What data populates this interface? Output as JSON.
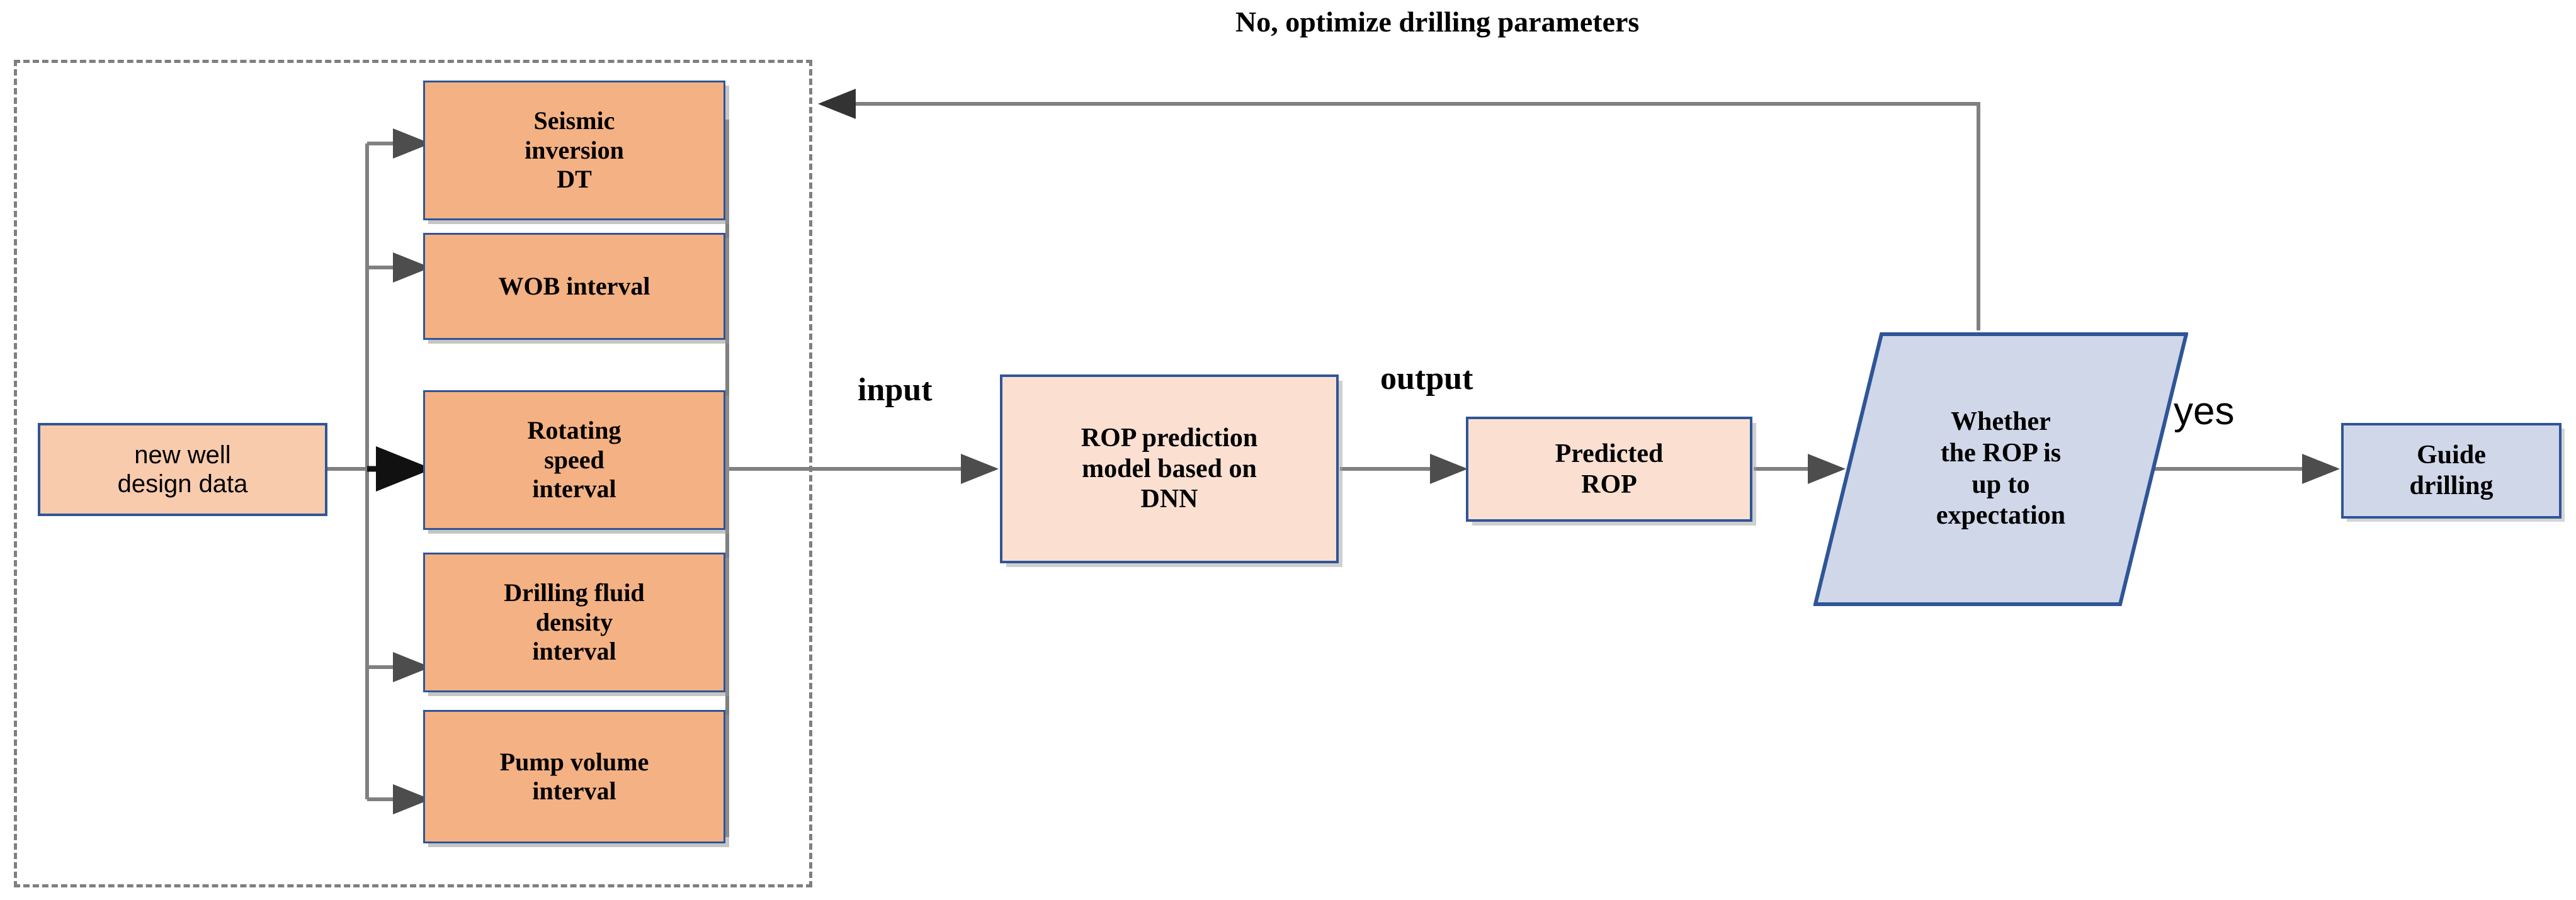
{
  "diagram": {
    "title_note": "No, optimize drilling parameters",
    "colors": {
      "orange_fill": "#F4B183",
      "orange_light_fill": "#F8CBAD",
      "peach_fill": "#FBE0D2",
      "blue_fill": "#CFD7E8",
      "border_blue": "#2F5597",
      "wire_gray": "#808080",
      "dash_gray": "#7F7F7F"
    },
    "grouping_box": {
      "style": "dashed",
      "label": ""
    },
    "nodes": {
      "new_well": "new well\ndesign data",
      "seismic": "Seismic\ninversion\nDT",
      "wob": "WOB interval",
      "rotating": "Rotating\nspeed\ninterval",
      "fluid": "Drilling fluid\ndensity\ninterval",
      "pump": "Pump volume\ninterval",
      "model": "ROP prediction\nmodel based on\nDNN",
      "predicted": "Predicted\nROP",
      "decision": "Whether\nthe ROP is\nup to\nexpectation",
      "guide": "Guide\ndrilling"
    },
    "edge_labels": {
      "input": "input",
      "output": "output",
      "yes": "yes",
      "no_feedback": "No, optimize drilling parameters"
    }
  },
  "chart_data": {
    "type": "diagram",
    "title": "ROP prediction and drilling-parameter optimization workflow",
    "nodes": [
      {
        "id": "new_well",
        "label": "new well design data",
        "shape": "rect",
        "fill": "#F8CBAD"
      },
      {
        "id": "seismic",
        "label": "Seismic inversion DT",
        "shape": "rect",
        "fill": "#F4B183"
      },
      {
        "id": "wob",
        "label": "WOB interval",
        "shape": "rect",
        "fill": "#F4B183"
      },
      {
        "id": "rotating",
        "label": "Rotating speed interval",
        "shape": "rect",
        "fill": "#F4B183"
      },
      {
        "id": "fluid",
        "label": "Drilling fluid density interval",
        "shape": "rect",
        "fill": "#F4B183"
      },
      {
        "id": "pump",
        "label": "Pump volume interval",
        "shape": "rect",
        "fill": "#F4B183"
      },
      {
        "id": "model",
        "label": "ROP prediction model based on DNN",
        "shape": "rect",
        "fill": "#FBE0D2"
      },
      {
        "id": "predicted",
        "label": "Predicted ROP",
        "shape": "rect",
        "fill": "#FBE0D2"
      },
      {
        "id": "decision",
        "label": "Whether the ROP is up to expectation",
        "shape": "parallelogram",
        "fill": "#CFD7E8"
      },
      {
        "id": "guide",
        "label": "Guide drilling",
        "shape": "rect",
        "fill": "#CFD7E8"
      }
    ],
    "edges": [
      {
        "from": "new_well",
        "to": "seismic",
        "label": ""
      },
      {
        "from": "new_well",
        "to": "wob",
        "label": ""
      },
      {
        "from": "new_well",
        "to": "rotating",
        "label": ""
      },
      {
        "from": "new_well",
        "to": "fluid",
        "label": ""
      },
      {
        "from": "new_well",
        "to": "pump",
        "label": ""
      },
      {
        "from": "parameter_group",
        "to": "model",
        "label": "input"
      },
      {
        "from": "model",
        "to": "predicted",
        "label": "output"
      },
      {
        "from": "predicted",
        "to": "decision",
        "label": ""
      },
      {
        "from": "decision",
        "to": "guide",
        "label": "yes"
      },
      {
        "from": "decision",
        "to": "parameter_group",
        "label": "No, optimize drilling parameters"
      }
    ]
  }
}
